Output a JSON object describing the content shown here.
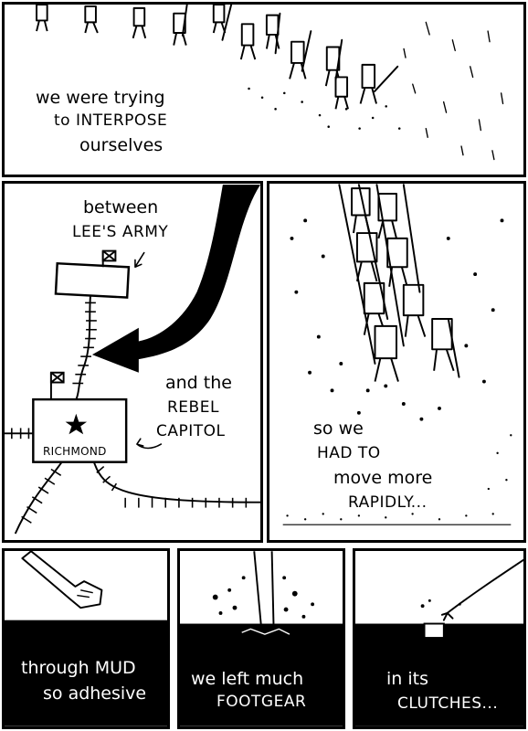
{
  "panels": {
    "top": {
      "line1": "we were trying",
      "line2": "to INTERPOSE",
      "line3": "ourselves"
    },
    "map": {
      "caption_top_line1": "between",
      "caption_top_line2": "LEE'S ARMY",
      "caption_side_line1": "and the",
      "caption_side_line2": "REBEL",
      "caption_side_line3": "CAPITOL",
      "city_label": "RICHMOND"
    },
    "march": {
      "line1": "so we",
      "line2": "HAD TO",
      "line3": "move more",
      "line4": "RAPIDLY..."
    },
    "mud1": {
      "line1": "through MUD",
      "line2": "so adhesive"
    },
    "mud2": {
      "line1": "we left much",
      "line2": "FOOTGEAR"
    },
    "mud3": {
      "line1": "in its",
      "line2": "CLUTCHES..."
    }
  }
}
